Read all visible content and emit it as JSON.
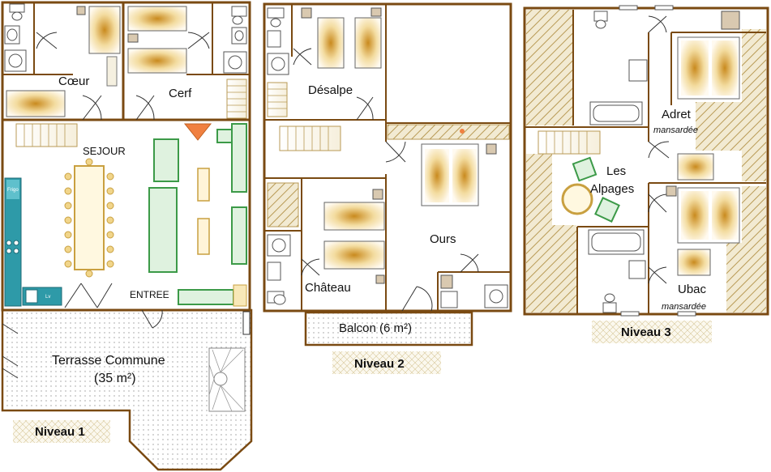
{
  "level1": {
    "label": "Niveau 1",
    "rooms": {
      "coeur": "Cœur",
      "cerf": "Cerf",
      "sejour": "SEJOUR",
      "entree": "ENTREE"
    },
    "terrace": {
      "line1": "Terrasse Commune",
      "line2": "(35 m²)"
    },
    "appliances": {
      "fridge": "Frigo",
      "dishwasher": "Lv"
    }
  },
  "level2": {
    "label": "Niveau 2",
    "rooms": {
      "desalpe": "Désalpe",
      "ours": "Ours",
      "chateau": "Château"
    },
    "balcony": "Balcon  (6 m²)"
  },
  "level3": {
    "label": "Niveau 3",
    "rooms": {
      "adret": "Adret",
      "adret_note": "mansardée",
      "alpages_line1": "Les",
      "alpages_line2": "Alpages",
      "ubac": "Ubac",
      "ubac_note": "mansardée"
    }
  },
  "colors": {
    "wall": "#7a4a12",
    "bed": "#d8a848",
    "sofa": "#3c9a48",
    "kitchen": "#2e9aa8",
    "hatch": "#b89a55",
    "fireplace": "#f08040"
  }
}
